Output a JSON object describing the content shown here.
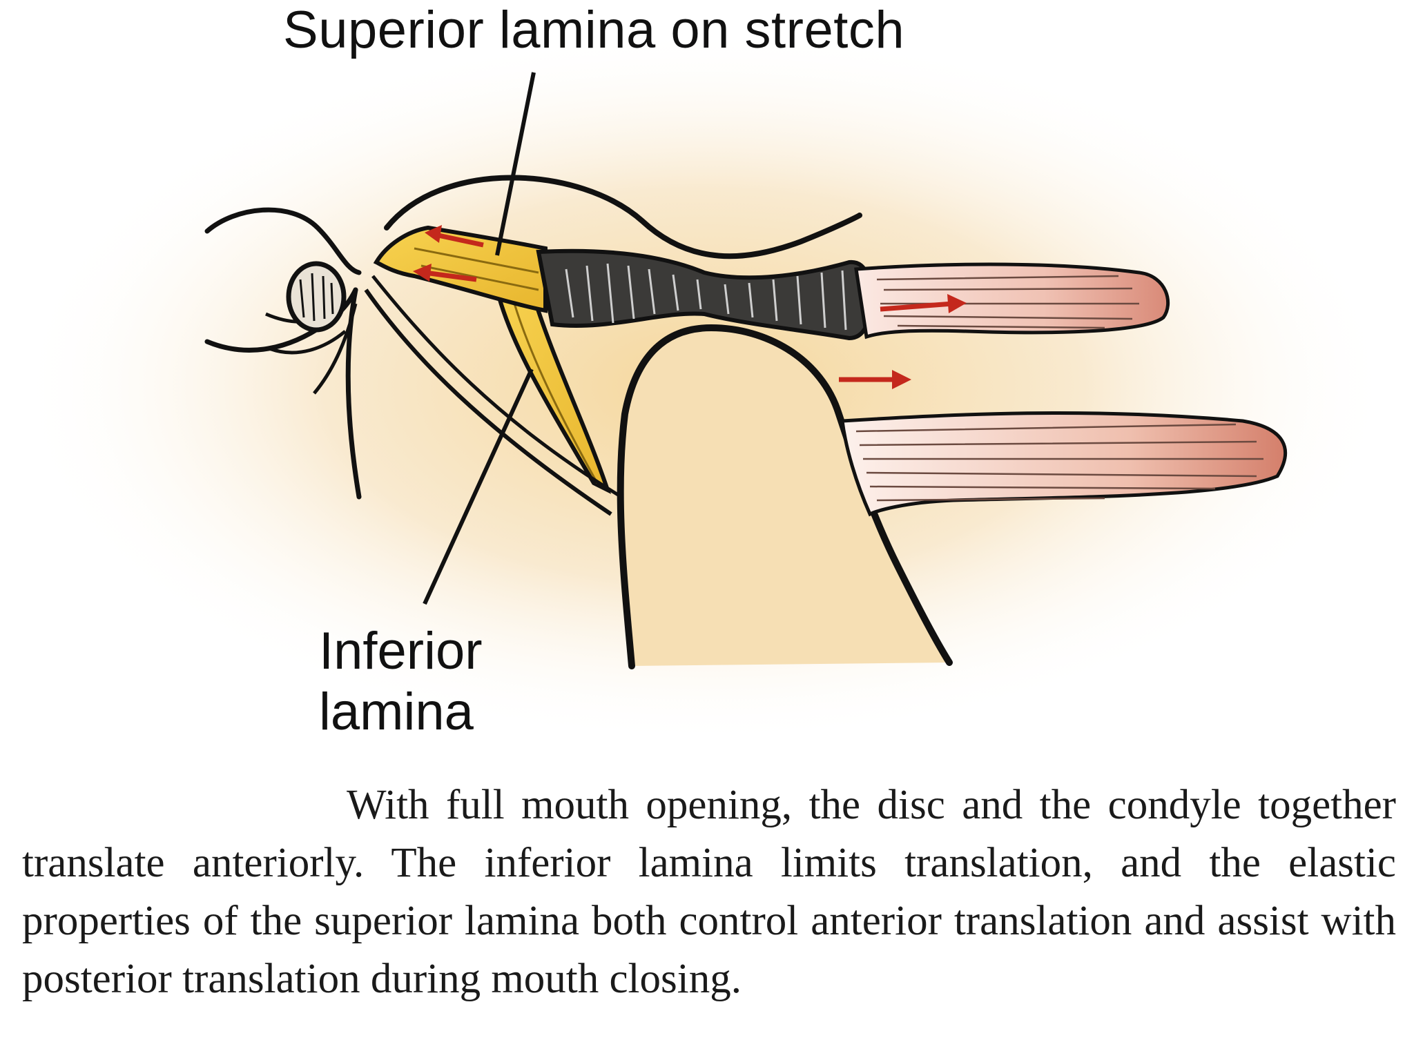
{
  "diagram": {
    "label_superior": "Superior lamina on stretch",
    "label_inferior_line1": "Inferior",
    "label_inferior_line2": "lamina",
    "colors": {
      "background_glow": "#f7e2b8",
      "lamina_yellow": "#f3c93f",
      "muscle_pink": "#d98a78",
      "arrow_red": "#c4281c",
      "ink": "#111111"
    }
  },
  "caption": "With full mouth opening, the disc and the condyle together translate anteriorly. The inferior lamina limits translation, and the elastic properties of the superior lamina both control anterior translation and assist with posterior translation during mouth closing."
}
